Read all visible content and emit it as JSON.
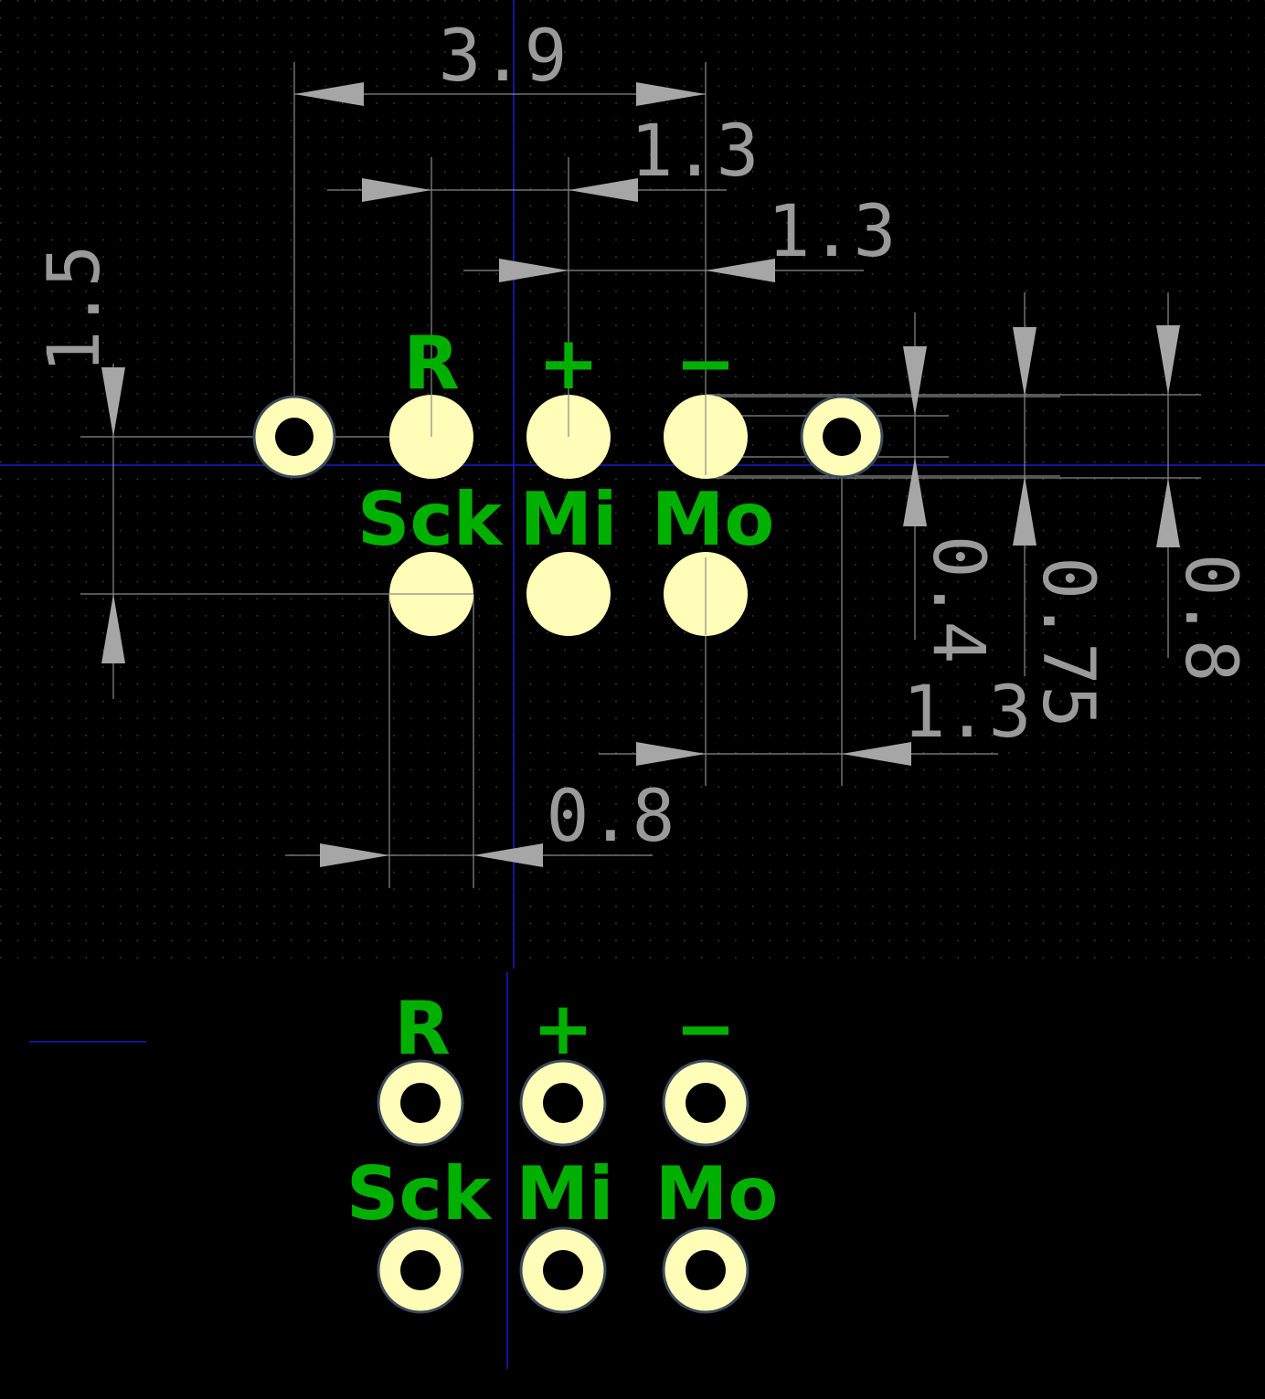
{
  "colors": {
    "background": "#000000",
    "grid_dot": "#3a3a3a",
    "axis": "#1a1acc",
    "dimension": "#9a9a9a",
    "pad": "#fffdb8",
    "pad_hole": "#000000",
    "silkscreen": "#00b000"
  },
  "top_footprint": {
    "labels": {
      "reset": "R",
      "plus": "+",
      "minus": "−",
      "sck": "Sck",
      "mi": "Mi",
      "mo": "Mo"
    },
    "dimensions": {
      "overall_width": "3.9",
      "pitch_top": "1.3",
      "pitch_mid": "1.3",
      "row_spacing": "1.5",
      "pad_spacing_right": "1.3",
      "pad_diameter": "0.8",
      "offset_a": "0.4",
      "offset_b": "0.75",
      "offset_c": "0.8"
    }
  },
  "bottom_footprint": {
    "labels": {
      "reset": "R",
      "plus": "+",
      "minus": "−",
      "sck": "Sck",
      "mi": "Mi",
      "mo": "Mo"
    }
  }
}
